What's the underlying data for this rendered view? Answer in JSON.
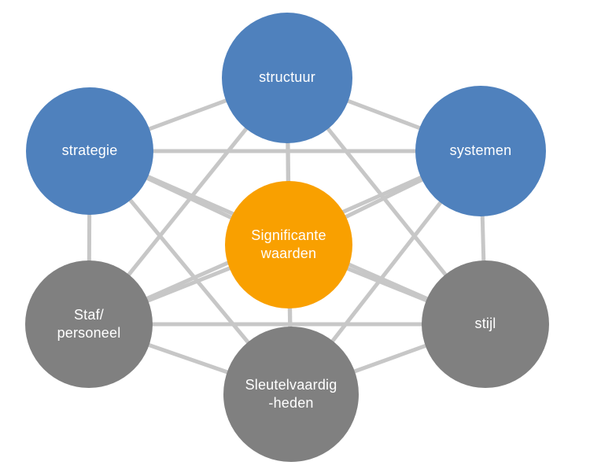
{
  "colors": {
    "blue_node": "#4F81BD",
    "orange_node": "#F9A000",
    "gray_node": "#808080",
    "connector_line": "#C7C7C7",
    "label_text": "#FFFFFF",
    "background": "#FFFFFF"
  },
  "diagram": {
    "type": "network-diagram",
    "nodes": [
      {
        "id": "structuur",
        "label": "structuur",
        "color": "#4F81BD"
      },
      {
        "id": "strategie",
        "label": "strategie",
        "color": "#4F81BD"
      },
      {
        "id": "systemen",
        "label": "systemen",
        "color": "#4F81BD"
      },
      {
        "id": "significante-waarden",
        "label": "Significante\nwaarden",
        "color": "#F9A000"
      },
      {
        "id": "staf-personeel",
        "label": "Staf/\npersoneel",
        "color": "#808080"
      },
      {
        "id": "stijl",
        "label": "stijl",
        "color": "#808080"
      },
      {
        "id": "sleutelvaardigheden",
        "label": "Sleutelvaardig\n-heden",
        "color": "#808080"
      }
    ],
    "edges": [
      [
        "structuur",
        "strategie"
      ],
      [
        "structuur",
        "systemen"
      ],
      [
        "structuur",
        "significante-waarden"
      ],
      [
        "structuur",
        "staf-personeel"
      ],
      [
        "structuur",
        "stijl"
      ],
      [
        "structuur",
        "sleutelvaardigheden"
      ],
      [
        "strategie",
        "systemen"
      ],
      [
        "strategie",
        "significante-waarden"
      ],
      [
        "strategie",
        "staf-personeel"
      ],
      [
        "strategie",
        "stijl"
      ],
      [
        "strategie",
        "sleutelvaardigheden"
      ],
      [
        "systemen",
        "significante-waarden"
      ],
      [
        "systemen",
        "staf-personeel"
      ],
      [
        "systemen",
        "stijl"
      ],
      [
        "systemen",
        "sleutelvaardigheden"
      ],
      [
        "significante-waarden",
        "staf-personeel"
      ],
      [
        "significante-waarden",
        "stijl"
      ],
      [
        "significante-waarden",
        "sleutelvaardigheden"
      ],
      [
        "staf-personeel",
        "stijl"
      ],
      [
        "staf-personeel",
        "sleutelvaardigheden"
      ],
      [
        "stijl",
        "sleutelvaardigheden"
      ]
    ]
  }
}
